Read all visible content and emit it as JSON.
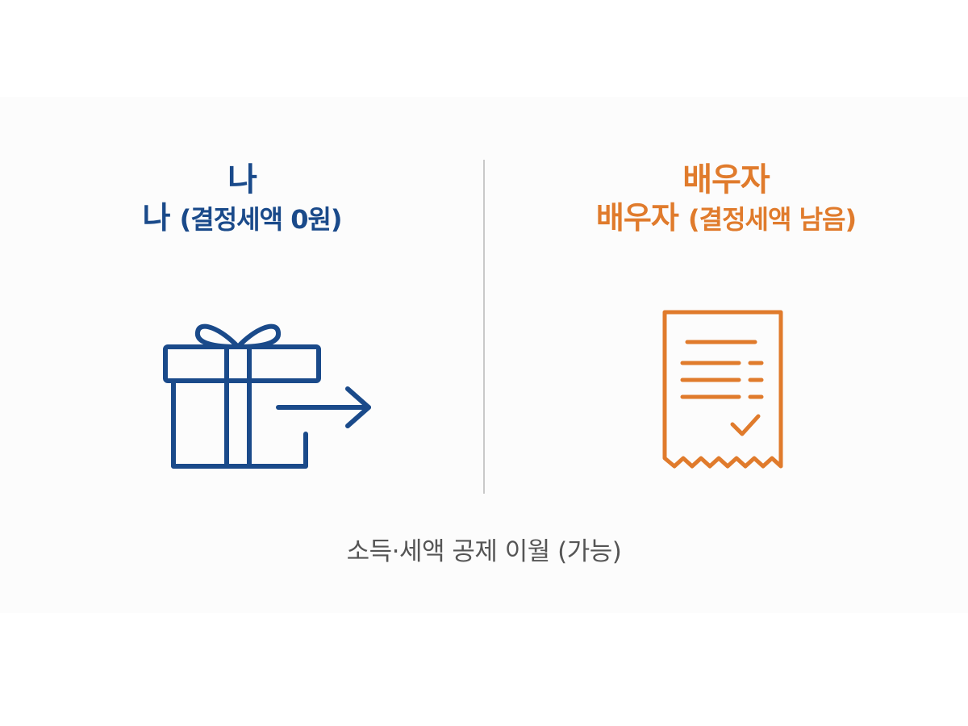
{
  "left": {
    "line1": "나",
    "line2_main": "나",
    "line2_paren": "(결정세액 0원)",
    "icon": "gift-with-arrow-icon",
    "color": "#1a4a8a"
  },
  "right": {
    "line1": "배우자",
    "line2_main": "배우자",
    "line2_paren": "(결정세액 남음)",
    "icon": "receipt-check-icon",
    "color": "#e07b2c"
  },
  "caption": "소득·세액 공제 이월 (가능)"
}
